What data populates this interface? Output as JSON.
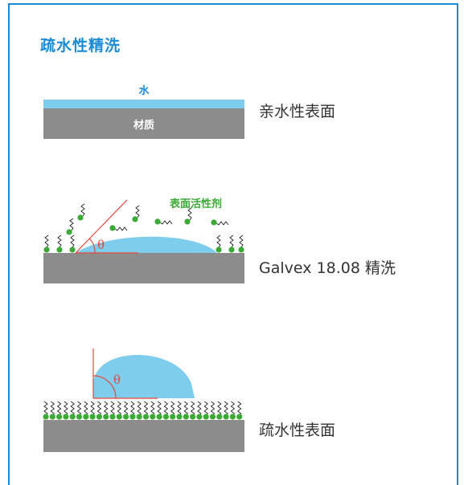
{
  "title": "疏水性精洗",
  "panel1": {
    "water_label": "水",
    "material_label": "材质",
    "caption": "亲水性表面"
  },
  "panel2": {
    "surfactant_label": "表面活性剂",
    "angle_symbol": "θ",
    "caption": "Galvex 18.08 精洗"
  },
  "panel3": {
    "angle_symbol": "θ",
    "caption": "疏水性表面"
  },
  "colors": {
    "accent": "#1a8bd6",
    "water": "#7ecdec",
    "material": "#8c8c8c",
    "surfactant": "#3aaa35",
    "angle": "#e8463a"
  }
}
